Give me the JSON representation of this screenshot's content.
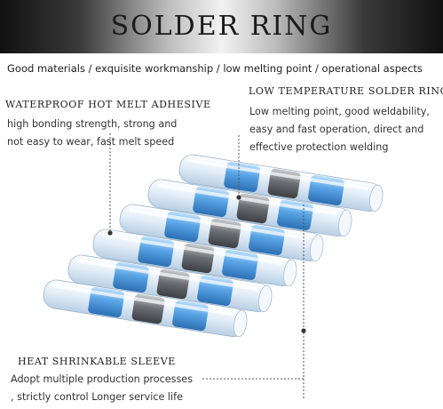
{
  "title": "SOLDER RING",
  "tagline": "Good materials / exquisite workmanship / low melting point / operational aspects",
  "waterproof": {
    "heading": "WATERPROOF HOT MELT ADHESIVE",
    "lines": [
      "high bonding strength, strong and",
      "not easy to wear, fast melt speed"
    ]
  },
  "solder": {
    "heading": "LOW TEMPERATURE SOLDER RING",
    "lines": [
      "Low melting point, good weldability,",
      "easy and fast operation, direct and",
      "effective protection welding"
    ]
  },
  "sleeve": {
    "heading": "HEAT SHRINKABLE SLEEVE",
    "lines": [
      "Adopt multiple production processes",
      ", strictly control Longer service life"
    ]
  },
  "colors": {
    "blue": "#4d9be0",
    "gray": "#6f7275",
    "clear": "#dbe9f6"
  }
}
